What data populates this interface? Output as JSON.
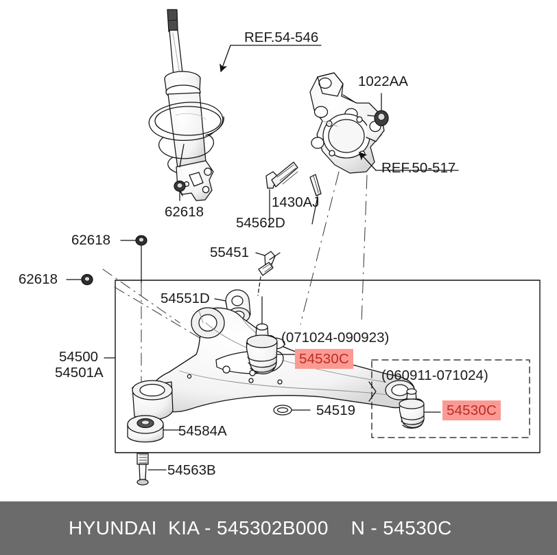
{
  "document": {
    "type": "automotive-parts-diagram",
    "subject": "Front suspension lower arm and ball joint"
  },
  "footer": {
    "brand": "HYUNDAI  KIA",
    "separator": "-",
    "part_number": "545302B000",
    "tail_prefix": "N",
    "tail_part": "54530C",
    "full_text": "HYUNDAI  KIA - 545302B000    N - 54530C",
    "background_color": "#6b6b6b",
    "text_color": "#ffffff"
  },
  "highlight": {
    "background_color": "#fb9a93",
    "text_color": "#bb2d26"
  },
  "callouts": [
    {
      "id": "ref-54-546",
      "text": "REF.54-546",
      "kind": "reference"
    },
    {
      "id": "nut-1022AA",
      "text": "1022AA",
      "kind": "part"
    },
    {
      "id": "ref-50-517",
      "text": "REF.50-517",
      "kind": "reference"
    },
    {
      "id": "bolt-54562D",
      "text": "54562D",
      "kind": "part"
    },
    {
      "id": "pin-1430AJ",
      "text": "1430AJ",
      "kind": "part"
    },
    {
      "id": "nut-62618-a",
      "text": "62618",
      "kind": "part"
    },
    {
      "id": "nut-62618-b",
      "text": "62618",
      "kind": "part"
    },
    {
      "id": "nut-62618-c",
      "text": "62618",
      "kind": "part"
    },
    {
      "id": "bolt-55451",
      "text": "55451",
      "kind": "part"
    },
    {
      "id": "bush-54551D",
      "text": "54551D",
      "kind": "part"
    },
    {
      "id": "arm-54500",
      "text": "54500",
      "kind": "part"
    },
    {
      "id": "arm-54501A",
      "text": "54501A",
      "kind": "part"
    },
    {
      "id": "ring-54519",
      "text": "54519",
      "kind": "part"
    },
    {
      "id": "bush-54584A",
      "text": "54584A",
      "kind": "part"
    },
    {
      "id": "bolt-54563B",
      "text": "54563B",
      "kind": "part"
    }
  ],
  "variants": [
    {
      "id": "variant-new",
      "date_range": "(071024-090923)",
      "part_number": "54530C",
      "highlighted": true,
      "boxed": false
    },
    {
      "id": "variant-old",
      "date_range": "(060911-071024)",
      "part_number": "54530C",
      "highlighted": true,
      "boxed": true,
      "box_style": "dashed"
    }
  ]
}
